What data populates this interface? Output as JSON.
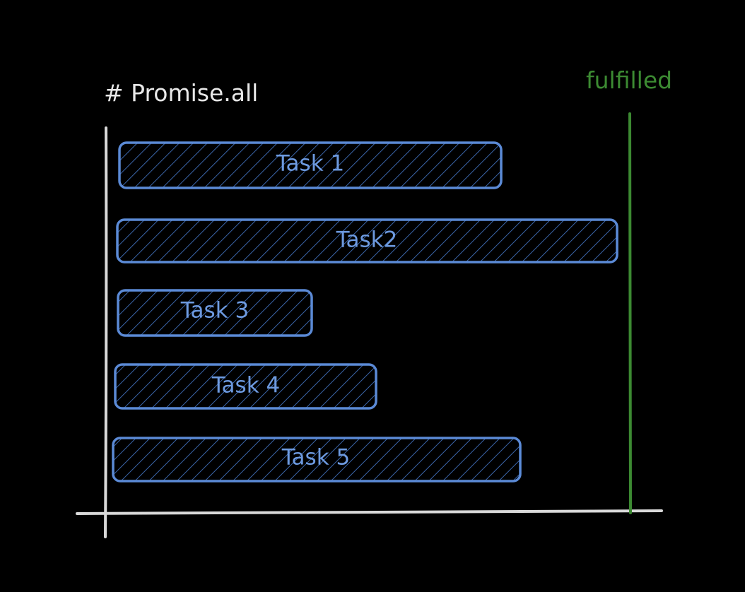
{
  "title": "# Promise.all",
  "fulfilled_label": "fulfilled",
  "tasks": [
    {
      "label": "Task 1"
    },
    {
      "label": "Task2"
    },
    {
      "label": "Task 3"
    },
    {
      "label": "Task 4"
    },
    {
      "label": "Task 5"
    }
  ],
  "colors": {
    "background": "#000000",
    "axis": "#d9d9d9",
    "task_stroke": "#5b8ad6",
    "task_hatch": "#3a64a8",
    "task_text": "#6d9ae0",
    "fulfilled": "#3c8a32",
    "title": "#e8e8e8"
  }
}
